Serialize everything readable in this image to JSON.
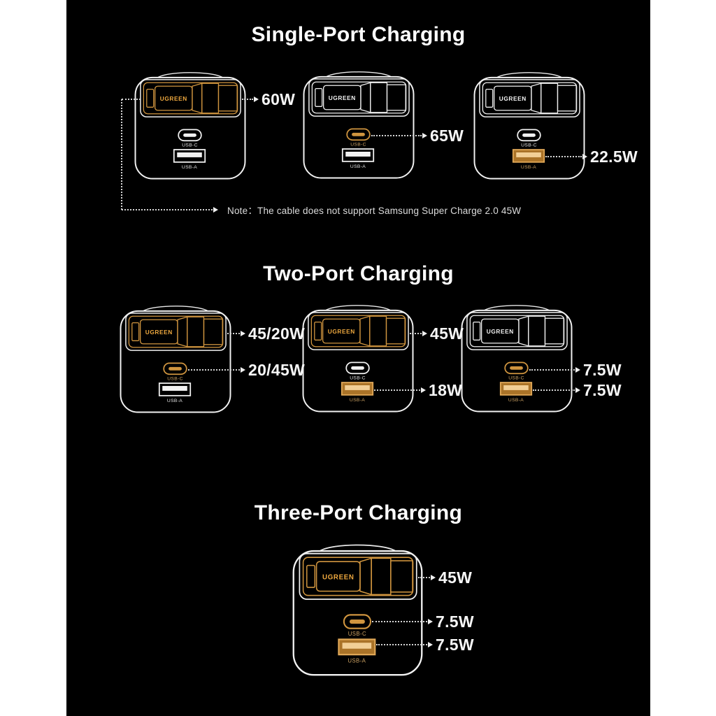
{
  "colors": {
    "background": "#000000",
    "page_margin": "#ffffff",
    "accent": "#d0953f",
    "accent_bright": "#efa93f",
    "line": "#d5d5d5",
    "text": "#ffffff"
  },
  "sections": [
    {
      "title": "Single-Port Charging",
      "note": "Note：The cable does not support Samsung Super Charge 2.0 45W",
      "chargers": [
        {
          "logo": "UGREEN",
          "usbc_label": "USB-C",
          "usba_label": "USB-A",
          "highlights": [
            "panel"
          ],
          "callouts": [
            {
              "target": "cable-panel",
              "value": "60W"
            }
          ]
        },
        {
          "logo": "UGREEN",
          "usbc_label": "USB-C",
          "usba_label": "USB-A",
          "highlights": [
            "usbc"
          ],
          "callouts": [
            {
              "target": "usb-c-port",
              "value": "65W"
            }
          ]
        },
        {
          "logo": "UGREEN",
          "usbc_label": "USB-C",
          "usba_label": "USB-A",
          "highlights": [
            "usba"
          ],
          "callouts": [
            {
              "target": "usb-a-port",
              "value": "22.5W"
            }
          ]
        }
      ]
    },
    {
      "title": "Two-Port Charging",
      "chargers": [
        {
          "logo": "UGREEN",
          "usbc_label": "USB-C",
          "usba_label": "USB-A",
          "highlights": [
            "panel",
            "usbc"
          ],
          "callouts": [
            {
              "target": "cable-panel",
              "value": "45/20W"
            },
            {
              "target": "usb-c-port",
              "value": "20/45W"
            }
          ]
        },
        {
          "logo": "UGREEN",
          "usbc_label": "USB-C",
          "usba_label": "USB-A",
          "highlights": [
            "panel",
            "usba"
          ],
          "callouts": [
            {
              "target": "cable-panel",
              "value": "45W"
            },
            {
              "target": "usb-a-port",
              "value": "18W"
            }
          ]
        },
        {
          "logo": "UGREEN",
          "usbc_label": "USB-C",
          "usba_label": "USB-A",
          "highlights": [
            "usbc",
            "usba"
          ],
          "callouts": [
            {
              "target": "usb-c-port",
              "value": "7.5W"
            },
            {
              "target": "usb-a-port",
              "value": "7.5W"
            }
          ]
        }
      ]
    },
    {
      "title": "Three-Port Charging",
      "chargers": [
        {
          "logo": "UGREEN",
          "usbc_label": "USB-C",
          "usba_label": "USB-A",
          "highlights": [
            "panel",
            "usbc",
            "usba"
          ],
          "callouts": [
            {
              "target": "cable-panel",
              "value": "45W"
            },
            {
              "target": "usb-c-port",
              "value": "7.5W"
            },
            {
              "target": "usb-a-port",
              "value": "7.5W"
            }
          ]
        }
      ]
    }
  ]
}
